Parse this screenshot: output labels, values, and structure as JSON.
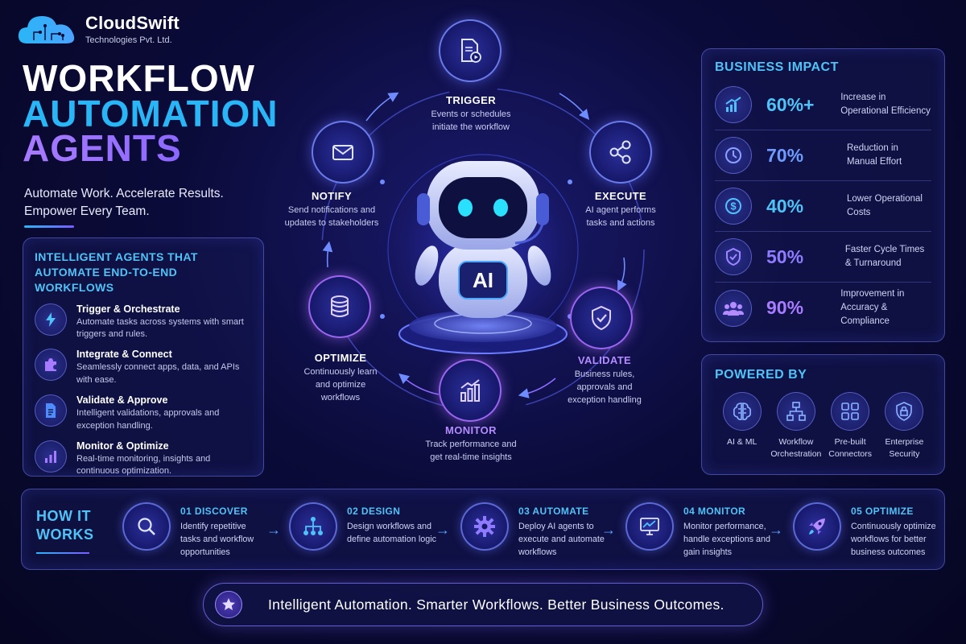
{
  "logo": {
    "name": "CloudSwift",
    "subtitle": "Technologies Pvt. Ltd."
  },
  "title": {
    "line1": "WORKFLOW",
    "line2": "AUTOMATION",
    "line3": "AGENTS"
  },
  "tagline": {
    "line1": "Automate Work. Accelerate Results.",
    "line2": "Empower Every Team."
  },
  "left_panel": {
    "heading": "INTELLIGENT AGENTS THAT AUTOMATE END-TO-END WORKFLOWS",
    "items": [
      {
        "title": "Trigger & Orchestrate",
        "desc": "Automate tasks across systems with smart triggers and rules.",
        "icon": "lightning-icon"
      },
      {
        "title": "Integrate & Connect",
        "desc": "Seamlessly connect apps, data, and APIs with ease.",
        "icon": "puzzle-icon"
      },
      {
        "title": "Validate & Approve",
        "desc": "Intelligent validations, approvals and exception handling.",
        "icon": "document-icon"
      },
      {
        "title": "Monitor & Optimize",
        "desc": "Real-time monitoring, insights and continuous optimization.",
        "icon": "bar-chart-icon"
      }
    ]
  },
  "cycle": {
    "center_label": "AI",
    "steps": [
      {
        "label": "TRIGGER",
        "desc": "Events or schedules initiate the workflow",
        "icon": "document-play-icon"
      },
      {
        "label": "EXECUTE",
        "desc": "AI agent performs tasks and actions",
        "icon": "share-nodes-icon"
      },
      {
        "label": "VALIDATE",
        "desc": "Business rules, approvals and exception handling",
        "icon": "shield-check-icon"
      },
      {
        "label": "MONITOR",
        "desc": "Track performance and get real-time insights",
        "icon": "chart-up-icon"
      },
      {
        "label": "OPTIMIZE",
        "desc": "Continuously learn and optimize workflows",
        "icon": "database-icon"
      },
      {
        "label": "NOTIFY",
        "desc": "Send notifications and updates to stakeholders",
        "icon": "envelope-icon"
      }
    ]
  },
  "impact": {
    "heading": "BUSINESS IMPACT",
    "rows": [
      {
        "value": "60%+",
        "text": "Increase in Operational Efficiency",
        "color": "#4fc3f7",
        "icon": "growth-chart-icon"
      },
      {
        "value": "70%",
        "text": "Reduction in Manual Effort",
        "color": "#6f9bff",
        "icon": "clock-icon"
      },
      {
        "value": "40%",
        "text": "Lower Operational Costs",
        "color": "#4fc3f7",
        "icon": "dollar-icon"
      },
      {
        "value": "50%",
        "text": "Faster Cycle Times & Turnaround",
        "color": "#8f7bff",
        "icon": "shield-check-icon"
      },
      {
        "value": "90%",
        "text": "Improvement in Accuracy & Compliance",
        "color": "#a87bff",
        "icon": "users-icon"
      }
    ]
  },
  "powered": {
    "heading": "POWERED BY",
    "items": [
      {
        "label": "AI & ML",
        "icon": "brain-icon"
      },
      {
        "label": "Workflow Orchestration",
        "icon": "flow-icon"
      },
      {
        "label": "Pre-built Connectors",
        "icon": "grid-icon"
      },
      {
        "label": "Enterprise Security",
        "icon": "lock-shield-icon"
      }
    ]
  },
  "how": {
    "heading_line1": "HOW IT",
    "heading_line2": "WORKS",
    "steps": [
      {
        "title": "01 DISCOVER",
        "desc": "Identify repetitive tasks and workflow opportunities",
        "icon": "search-icon"
      },
      {
        "title": "02 DESIGN",
        "desc": "Design workflows and define automation logic",
        "icon": "hierarchy-icon"
      },
      {
        "title": "03 AUTOMATE",
        "desc": "Deploy AI agents to execute and automate workflows",
        "icon": "gear-icon"
      },
      {
        "title": "04 MONITOR",
        "desc": "Monitor performance, handle exceptions and gain insights",
        "icon": "monitor-chart-icon"
      },
      {
        "title": "05 OPTIMIZE",
        "desc": "Continuously optimize workflows for better business outcomes",
        "icon": "rocket-icon"
      }
    ]
  },
  "banner": {
    "text": "Intelligent Automation. Smarter Workflows. Better Business Outcomes.",
    "icon": "star-icon"
  }
}
